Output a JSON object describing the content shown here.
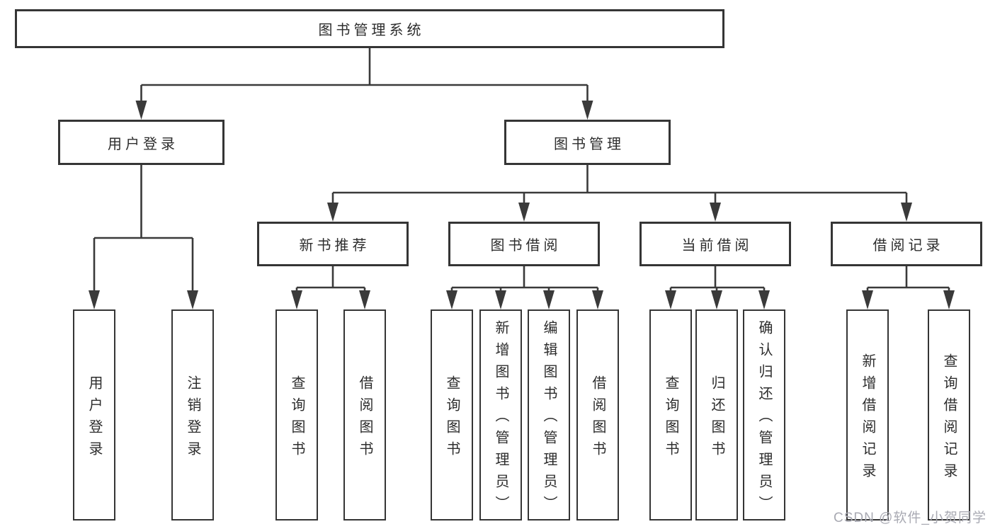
{
  "nodes": {
    "root": "图书管理系统",
    "user_login": "用户登录",
    "book_mgmt": "图书管理",
    "new_book_rec": "新书推荐",
    "book_borrow": "图书借阅",
    "current_borrow": "当前借阅",
    "borrow_record": "借阅记录",
    "leaf_user_login": "用户登录",
    "leaf_logout": "注销登录",
    "leaf_query_book_1": "查询图书",
    "leaf_borrow_book_1": "借阅图书",
    "leaf_query_book_2": "查询图书",
    "leaf_add_book": "新增图书（管理员）",
    "leaf_edit_book": "编辑图书（管理员）",
    "leaf_borrow_book_2": "借阅图书",
    "leaf_query_book_3": "查询图书",
    "leaf_return_book": "归还图书",
    "leaf_confirm_return": "确认归还（管理员）",
    "leaf_add_record": "新增借阅记录",
    "leaf_query_record": "查询借阅记录"
  },
  "tree": {
    "label": "图书管理系统",
    "children": [
      {
        "label": "用户登录",
        "children": [
          {
            "label": "用户登录"
          },
          {
            "label": "注销登录"
          }
        ]
      },
      {
        "label": "图书管理",
        "children": [
          {
            "label": "新书推荐",
            "children": [
              {
                "label": "查询图书"
              },
              {
                "label": "借阅图书"
              }
            ]
          },
          {
            "label": "图书借阅",
            "children": [
              {
                "label": "查询图书"
              },
              {
                "label": "新增图书（管理员）"
              },
              {
                "label": "编辑图书（管理员）"
              },
              {
                "label": "借阅图书"
              }
            ]
          },
          {
            "label": "当前借阅",
            "children": [
              {
                "label": "查询图书"
              },
              {
                "label": "归还图书"
              },
              {
                "label": "确认归还（管理员）"
              }
            ]
          },
          {
            "label": "借阅记录",
            "children": [
              {
                "label": "新增借阅记录"
              },
              {
                "label": "查询借阅记录"
              }
            ]
          }
        ]
      }
    ]
  },
  "watermark": {
    "text": "CSDN @软件_小贺同学"
  },
  "colors": {
    "line": "#3a3a3a",
    "border": "#353535",
    "text": "#2d2d2d",
    "watermark": "#a9aab3",
    "background": "#ffffff"
  }
}
